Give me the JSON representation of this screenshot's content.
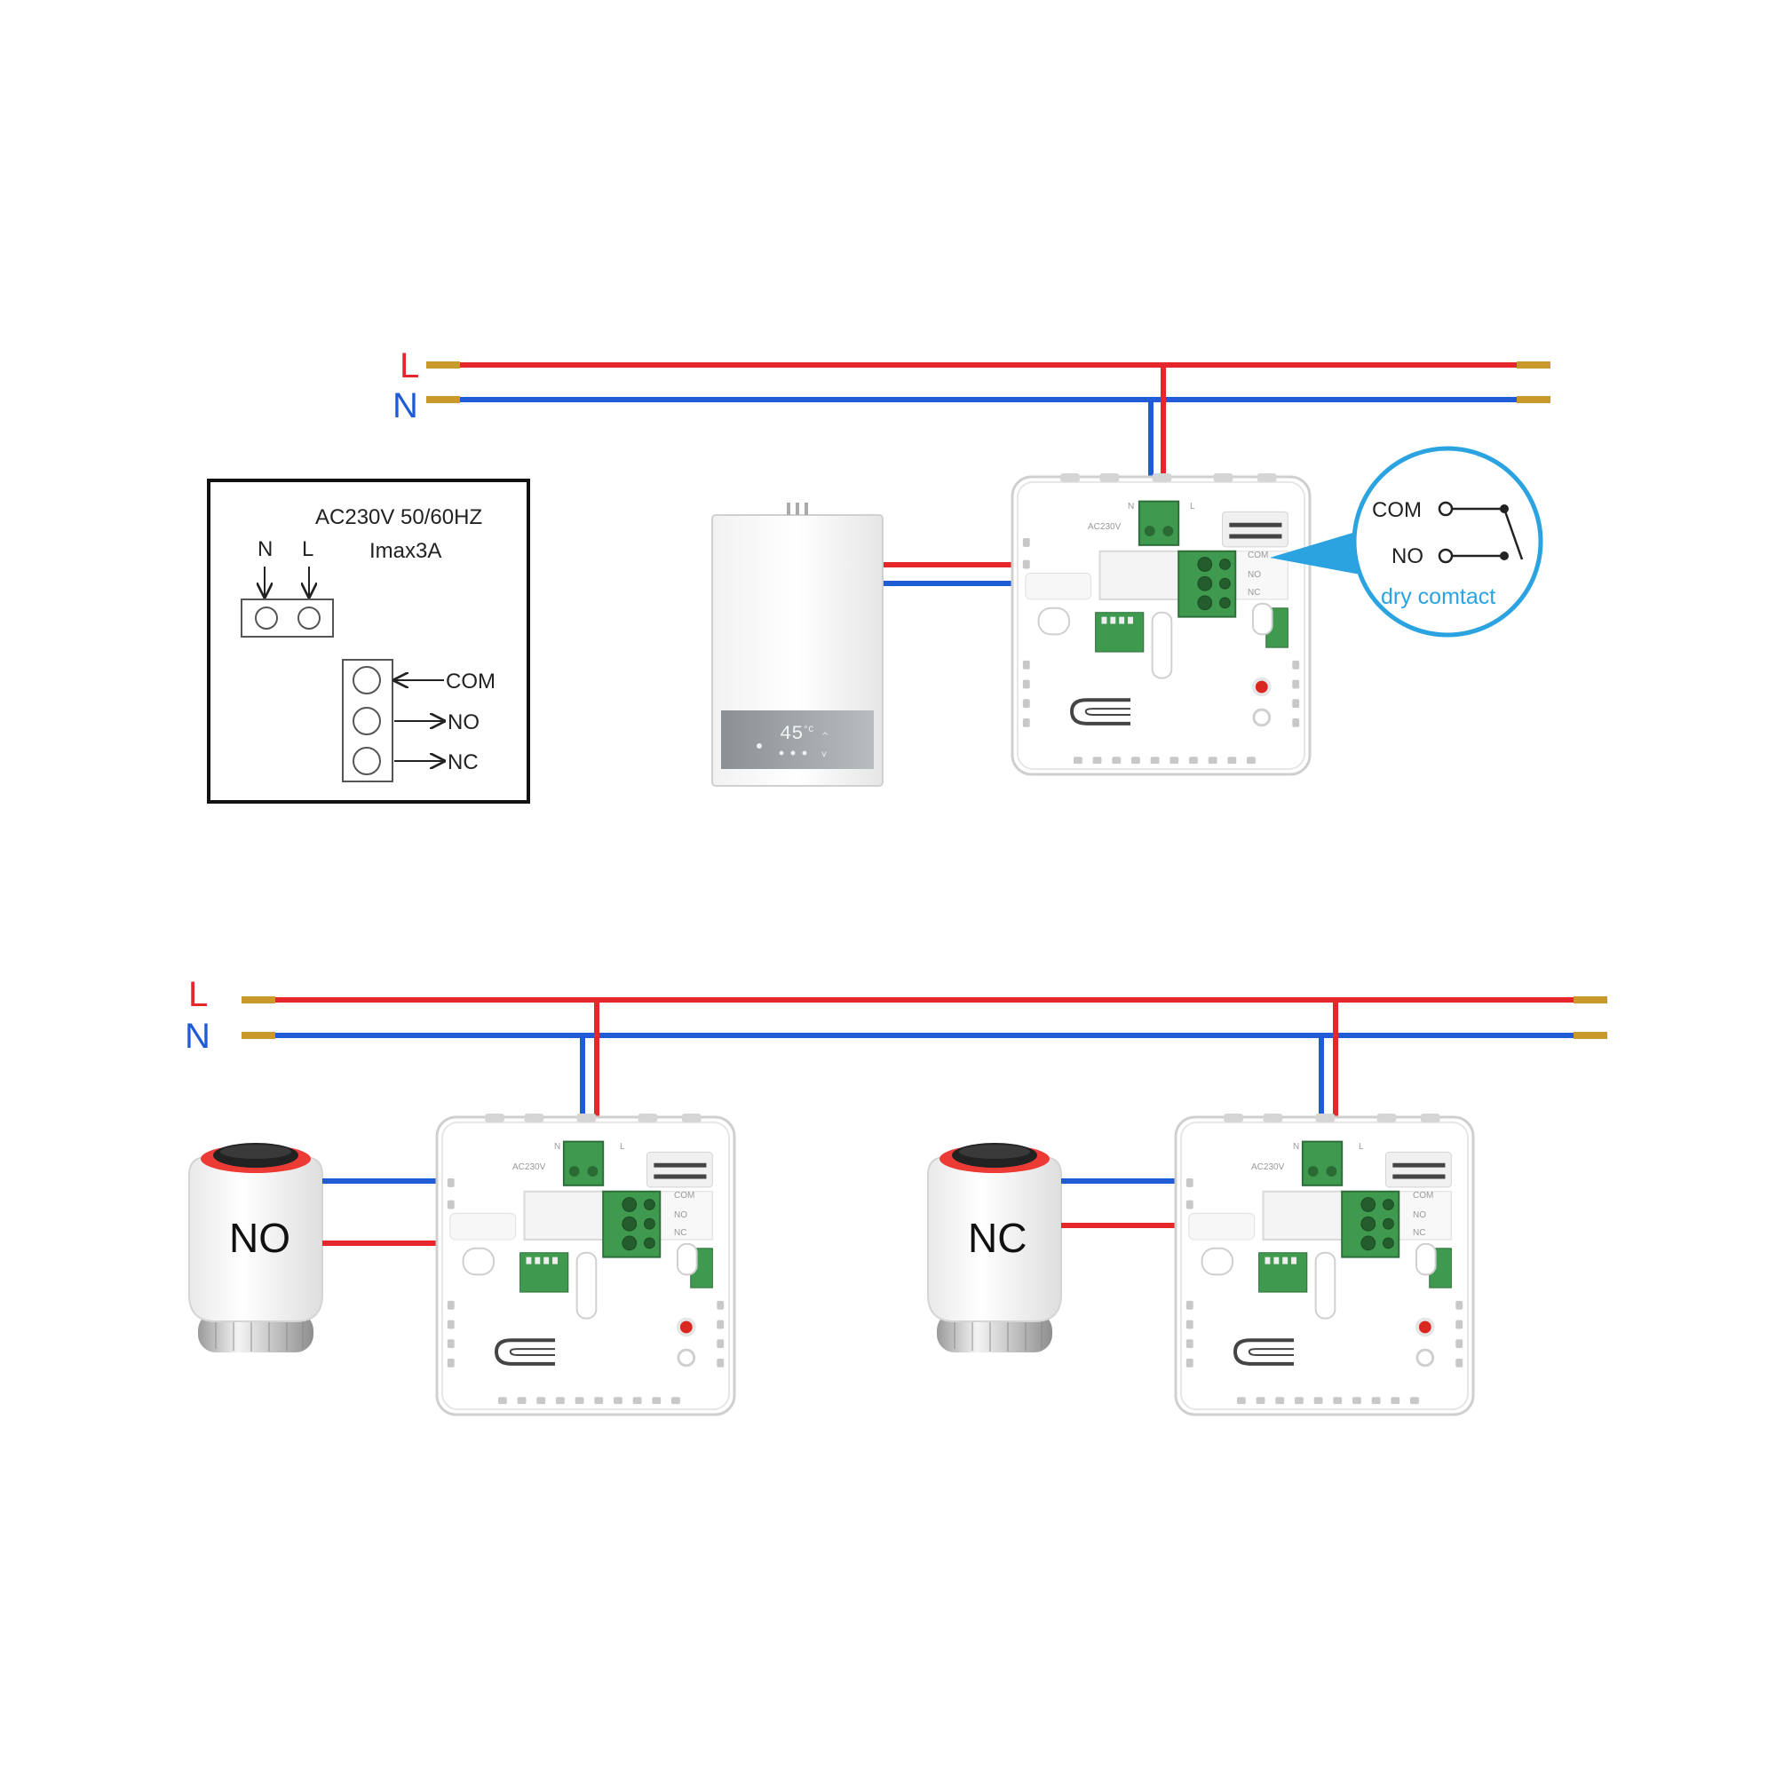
{
  "colors": {
    "live": "#e5262b",
    "neutral": "#1f5bd4",
    "accent": "#2aa3e0",
    "pcb": "#3f9a4f"
  },
  "bus": {
    "live_label": "L",
    "neutral_label": "N"
  },
  "spec_box": {
    "rating": "AC230V 50/60HZ",
    "current": "Imax3A",
    "n_label": "N",
    "l_label": "L",
    "com": "COM",
    "no": "NO",
    "nc": "NC"
  },
  "boiler": {
    "display_temp": "45",
    "display_unit": "°C"
  },
  "thermostat_labels": {
    "supply": "AC230V",
    "n": "N",
    "l": "L",
    "com": "COM",
    "no": "NO",
    "nc": "NC"
  },
  "callout": {
    "com": "COM",
    "no": "NO",
    "caption": "dry comtact"
  },
  "actuators": [
    {
      "label": "NO"
    },
    {
      "label": "NC"
    }
  ],
  "icons": [
    "boiler-icon",
    "thermostat-base-icon",
    "thermal-actuator-icon",
    "terminal-block-icon"
  ]
}
